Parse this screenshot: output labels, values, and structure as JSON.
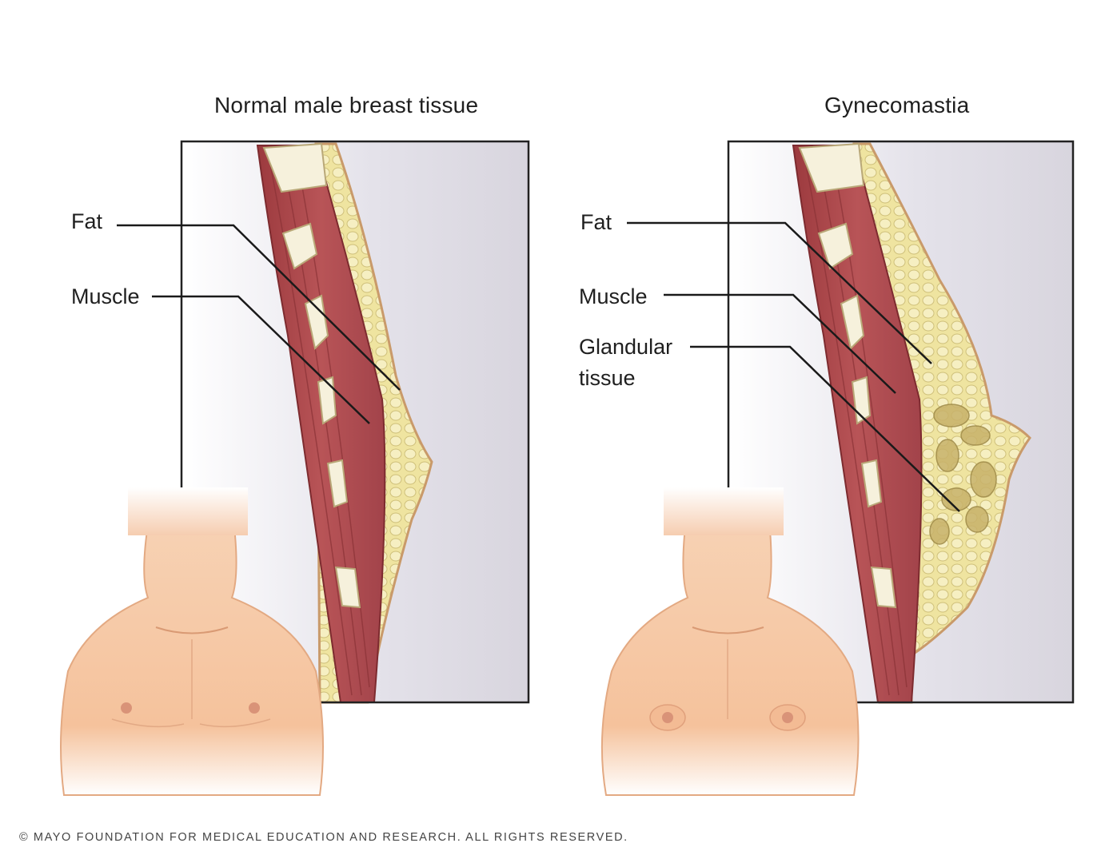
{
  "panels": [
    {
      "title": "Normal male breast tissue",
      "labels": {
        "fat": "Fat",
        "muscle": "Muscle"
      }
    },
    {
      "title": "Gynecomastia",
      "labels": {
        "fat": "Fat",
        "muscle": "Muscle",
        "glandular_line1": "Glandular",
        "glandular_line2": "tissue"
      }
    }
  ],
  "copyright": "© MAYO FOUNDATION FOR MEDICAL EDUCATION AND RESEARCH. ALL RIGHTS RESERVED.",
  "colors": {
    "muscle": "#b0464a",
    "fat": "#f2eab0",
    "skin": "#f7c9a4",
    "bone": "#f6f1dc",
    "frame": "#222222"
  }
}
